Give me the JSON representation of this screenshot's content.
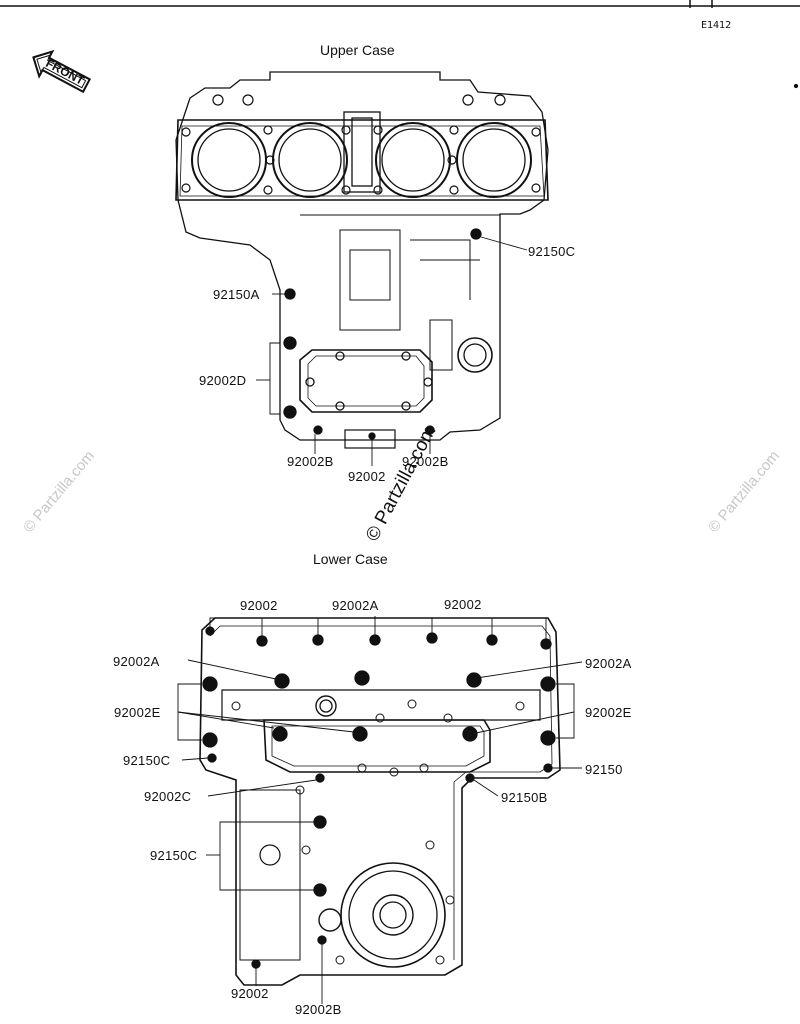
{
  "diagram": {
    "code": "E1412",
    "front_label": "FRONT",
    "upper_case": {
      "title": "Upper Case",
      "labels": {
        "l_92150C": "92150C",
        "l_92150A": "92150A",
        "l_92002D": "92002D",
        "l_92002B": "92002B",
        "l_92002": "92002",
        "l_92002B_2": "92002B"
      }
    },
    "lower_case": {
      "title": "Lower Case",
      "labels": {
        "l_top_92002_left": "92002",
        "l_top_92002A": "92002A",
        "l_top_92002_right": "92002",
        "l_92002A_left": "92002A",
        "l_92002A_right": "92002A",
        "l_92002E_left": "92002E",
        "l_92002E_right": "92002E",
        "l_92150C_left": "92150C",
        "l_92150_right": "92150",
        "l_92002C": "92002C",
        "l_92150B": "92150B",
        "l_92150C_mid": "92150C",
        "l_bottom_92002": "92002",
        "l_bottom_92002B": "92002B"
      }
    },
    "watermarks": {
      "main": "© Partzilla.com",
      "faint": "© Partzilla.com"
    }
  },
  "colors": {
    "ink": "#111111",
    "watermark_faint": "#c8c8c8",
    "background": "#ffffff"
  }
}
